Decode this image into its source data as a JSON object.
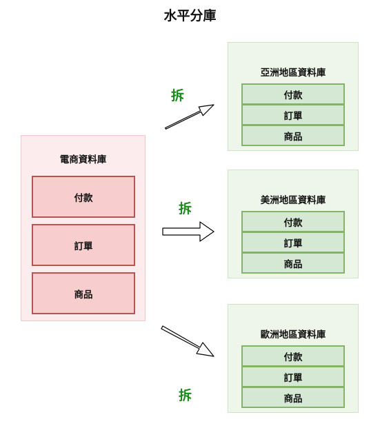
{
  "title": "水平分庫",
  "source_db": {
    "label": "電商資料庫",
    "tables": [
      "付款",
      "訂單",
      "商品"
    ]
  },
  "split_label": "拆",
  "regions": [
    {
      "label": "亞洲地區資料庫",
      "tables": [
        "付款",
        "訂單",
        "商品"
      ]
    },
    {
      "label": "美洲地區資料庫",
      "tables": [
        "付款",
        "訂單",
        "商品"
      ]
    },
    {
      "label": "歐洲地區資料庫",
      "tables": [
        "付款",
        "訂單",
        "商品"
      ]
    }
  ],
  "colors": {
    "source_fill": "#fdeced",
    "source_table_fill": "#f8cdcd",
    "source_table_border": "#b85450",
    "region_fill": "#eef6ea",
    "region_table_fill": "#d5e8d4",
    "region_table_border": "#82b366",
    "split_label": "#1a8a1a"
  }
}
